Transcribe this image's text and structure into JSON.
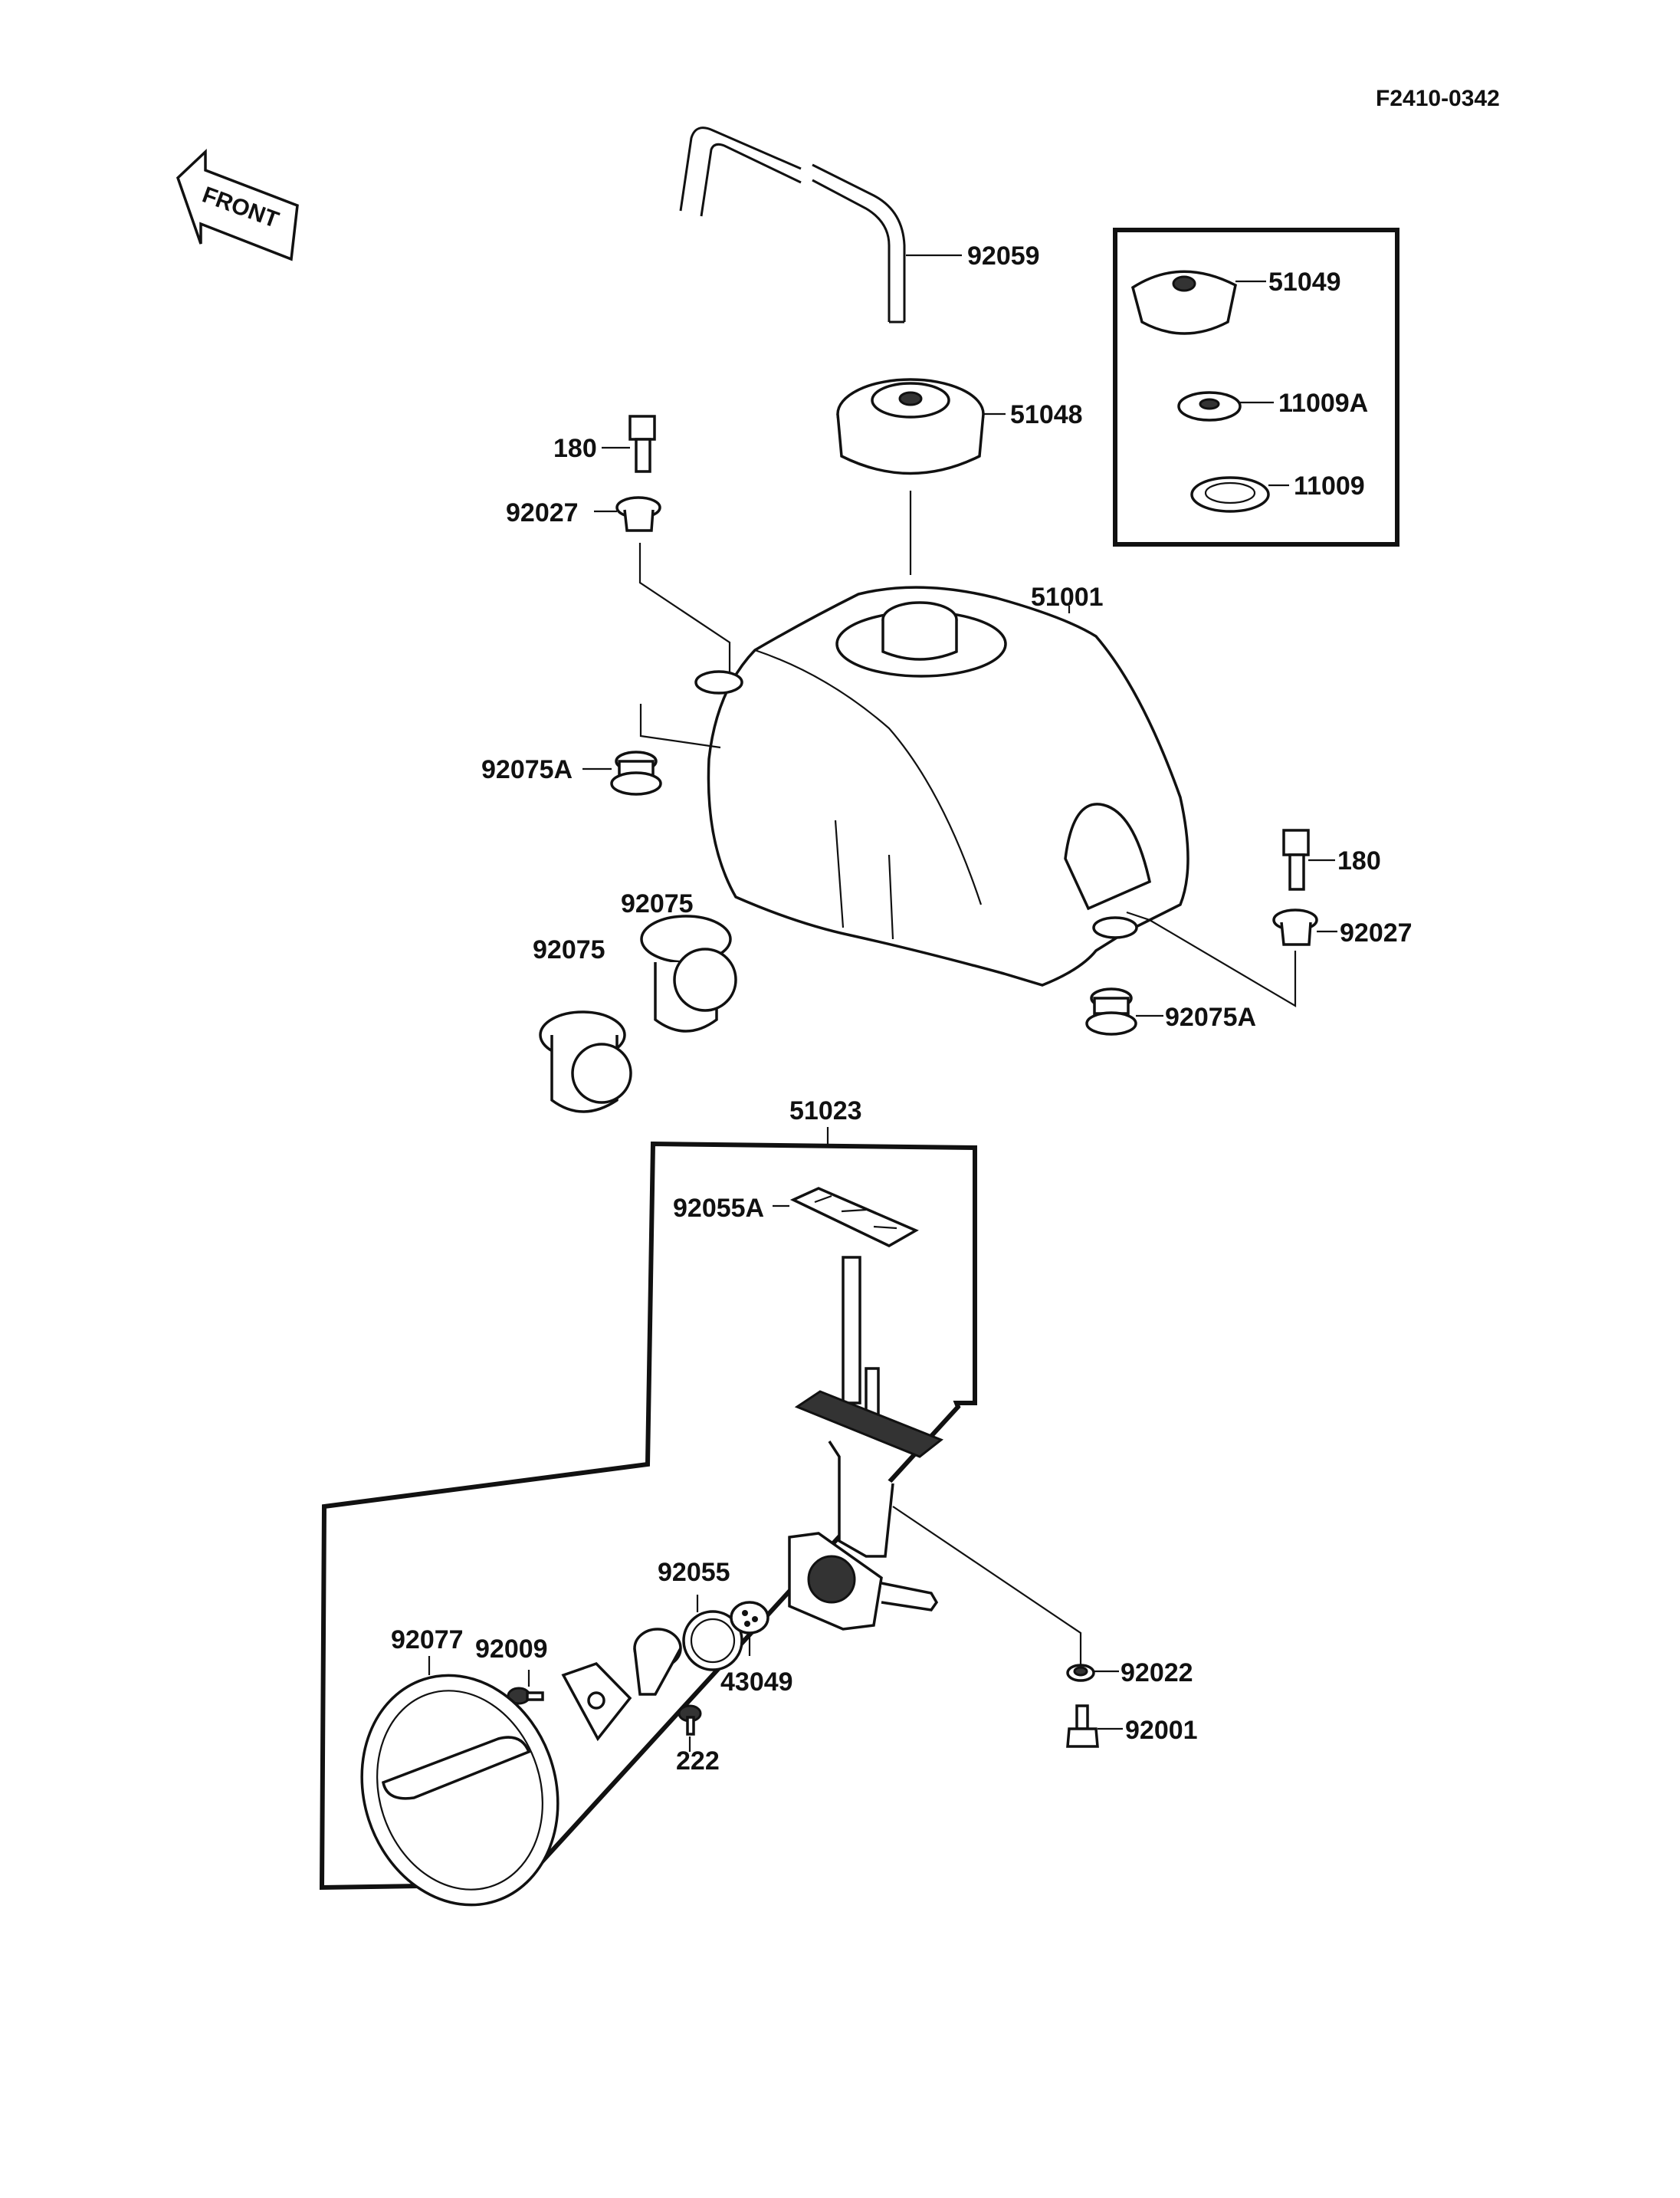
{
  "diagram_code": "F2410-0342",
  "front_label": "FRONT",
  "labels": {
    "hose": "92059",
    "cap_alt": "51049",
    "cap": "51048",
    "washer_alt": "11009A",
    "gasket": "11009",
    "bolt_left": "180",
    "collar_left": "92027",
    "tank": "51001",
    "damper_left": "92075A",
    "damper_a": "92075",
    "damper_b": "92075",
    "bolt_right": "180",
    "collar_right": "92027",
    "damper_right": "92075A",
    "fuel_tap": "51023",
    "gasket_tap": "92055A",
    "oring": "92055",
    "cover": "92077",
    "screw_cover": "92009",
    "plate": "43049",
    "screw_small": "222",
    "washer_tap": "92022",
    "bolt_tap": "92001"
  }
}
